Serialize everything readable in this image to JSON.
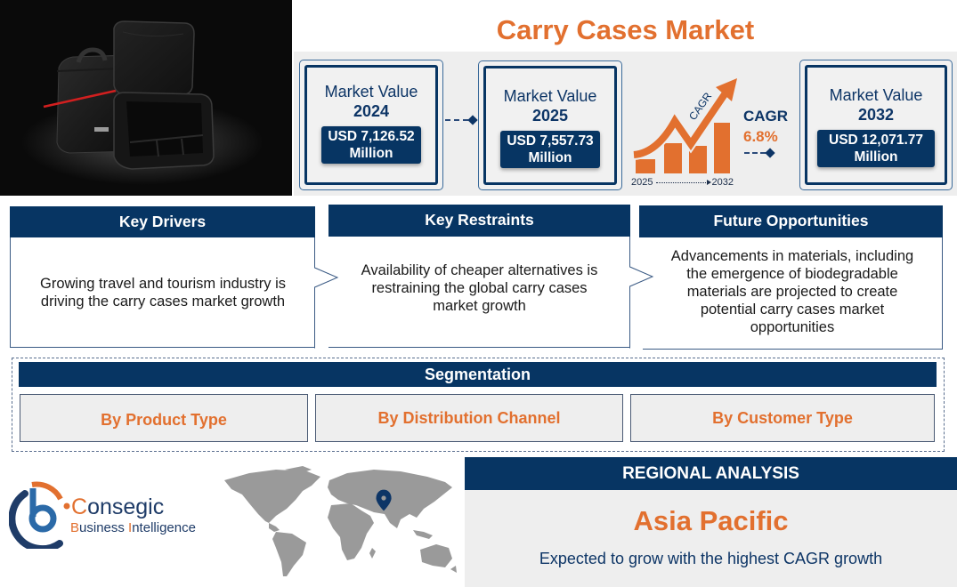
{
  "title": "Carry Cases Market",
  "hero_image": {
    "alt": "Black carry case with red zipper stripe and open padded compartment case"
  },
  "market_values": [
    {
      "label": "Market Value",
      "year": "2024",
      "value_line1": "USD 7,126.52",
      "value_line2": "Million"
    },
    {
      "label": "Market Value",
      "year": "2025",
      "value_line1": "USD 7,557.73",
      "value_line2": "Million"
    },
    {
      "label": "Market Value",
      "year": "2032",
      "value_line1": "USD 12,071.77",
      "value_line2": "Million"
    }
  ],
  "cagr": {
    "graphic_label": "CAGR",
    "title": "CAGR",
    "value": "6.8%",
    "start_year": "2025",
    "end_year": "2032"
  },
  "key_sections": [
    {
      "heading": "Key Drivers",
      "body": "Growing travel and tourism industry is driving the carry cases market growth"
    },
    {
      "heading": "Key Restraints",
      "body": "Availability of cheaper alternatives is restraining the global carry cases market growth"
    },
    {
      "heading": "Future Opportunities",
      "body": "Advancements in materials, including the emergence of biodegradable materials are projected to create potential carry cases market opportunities"
    }
  ],
  "segmentation": {
    "heading": "Segmentation",
    "items": [
      "By Product Type",
      "By Distribution Channel",
      "By Customer Type"
    ]
  },
  "logo": {
    "name_initial": "C",
    "name_rest": "onsegic",
    "tagline_b": "B",
    "tagline_mid": "usiness ",
    "tagline_i": "I",
    "tagline_rest": "ntelligence"
  },
  "regional": {
    "heading": "REGIONAL ANALYSIS",
    "region": "Asia Pacific",
    "note": "Expected to grow with the highest CAGR growth"
  },
  "colors": {
    "navy": "#073563",
    "orange": "#e2702f",
    "panel_gray": "#eeeeee",
    "map_gray": "#9a9a9a"
  }
}
